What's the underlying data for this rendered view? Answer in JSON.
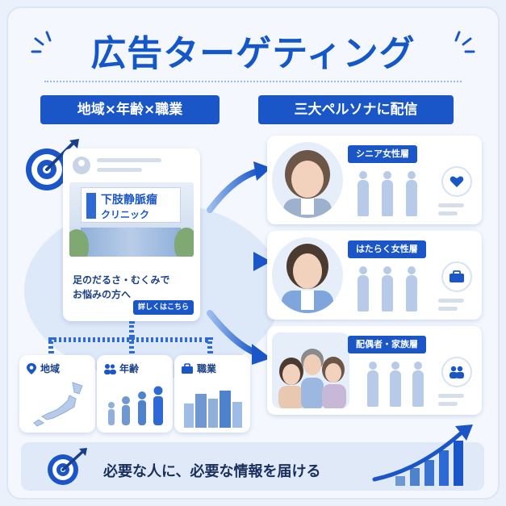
{
  "title": "広告ターゲティング",
  "left_header": "地域×年齢×職業",
  "right_header": "三大ペルソナに配信",
  "ad": {
    "clinic_line1": "下肢静脈瘤",
    "clinic_line2": "クリニック",
    "copy_line1": "足のだるさ・むくみで",
    "copy_line2": "お悩みの方へ",
    "cta": "詳しくはこちら"
  },
  "targets": [
    {
      "label": "地域",
      "icon": "map-pin-icon"
    },
    {
      "label": "年齢",
      "icon": "people-icon"
    },
    {
      "label": "職業",
      "icon": "briefcase-icon"
    }
  ],
  "personas": [
    {
      "label": "シニア女性層",
      "icon": "heart-icon"
    },
    {
      "label": "はたらく女性層",
      "icon": "briefcase-icon"
    },
    {
      "label": "配偶者・家族層",
      "icon": "family-icon"
    }
  ],
  "tagline": "必要な人に、必要な情報を届ける",
  "colors": {
    "primary": "#1a56c8",
    "light": "#dfe9f8",
    "silhouette": "#b7cbe8"
  }
}
